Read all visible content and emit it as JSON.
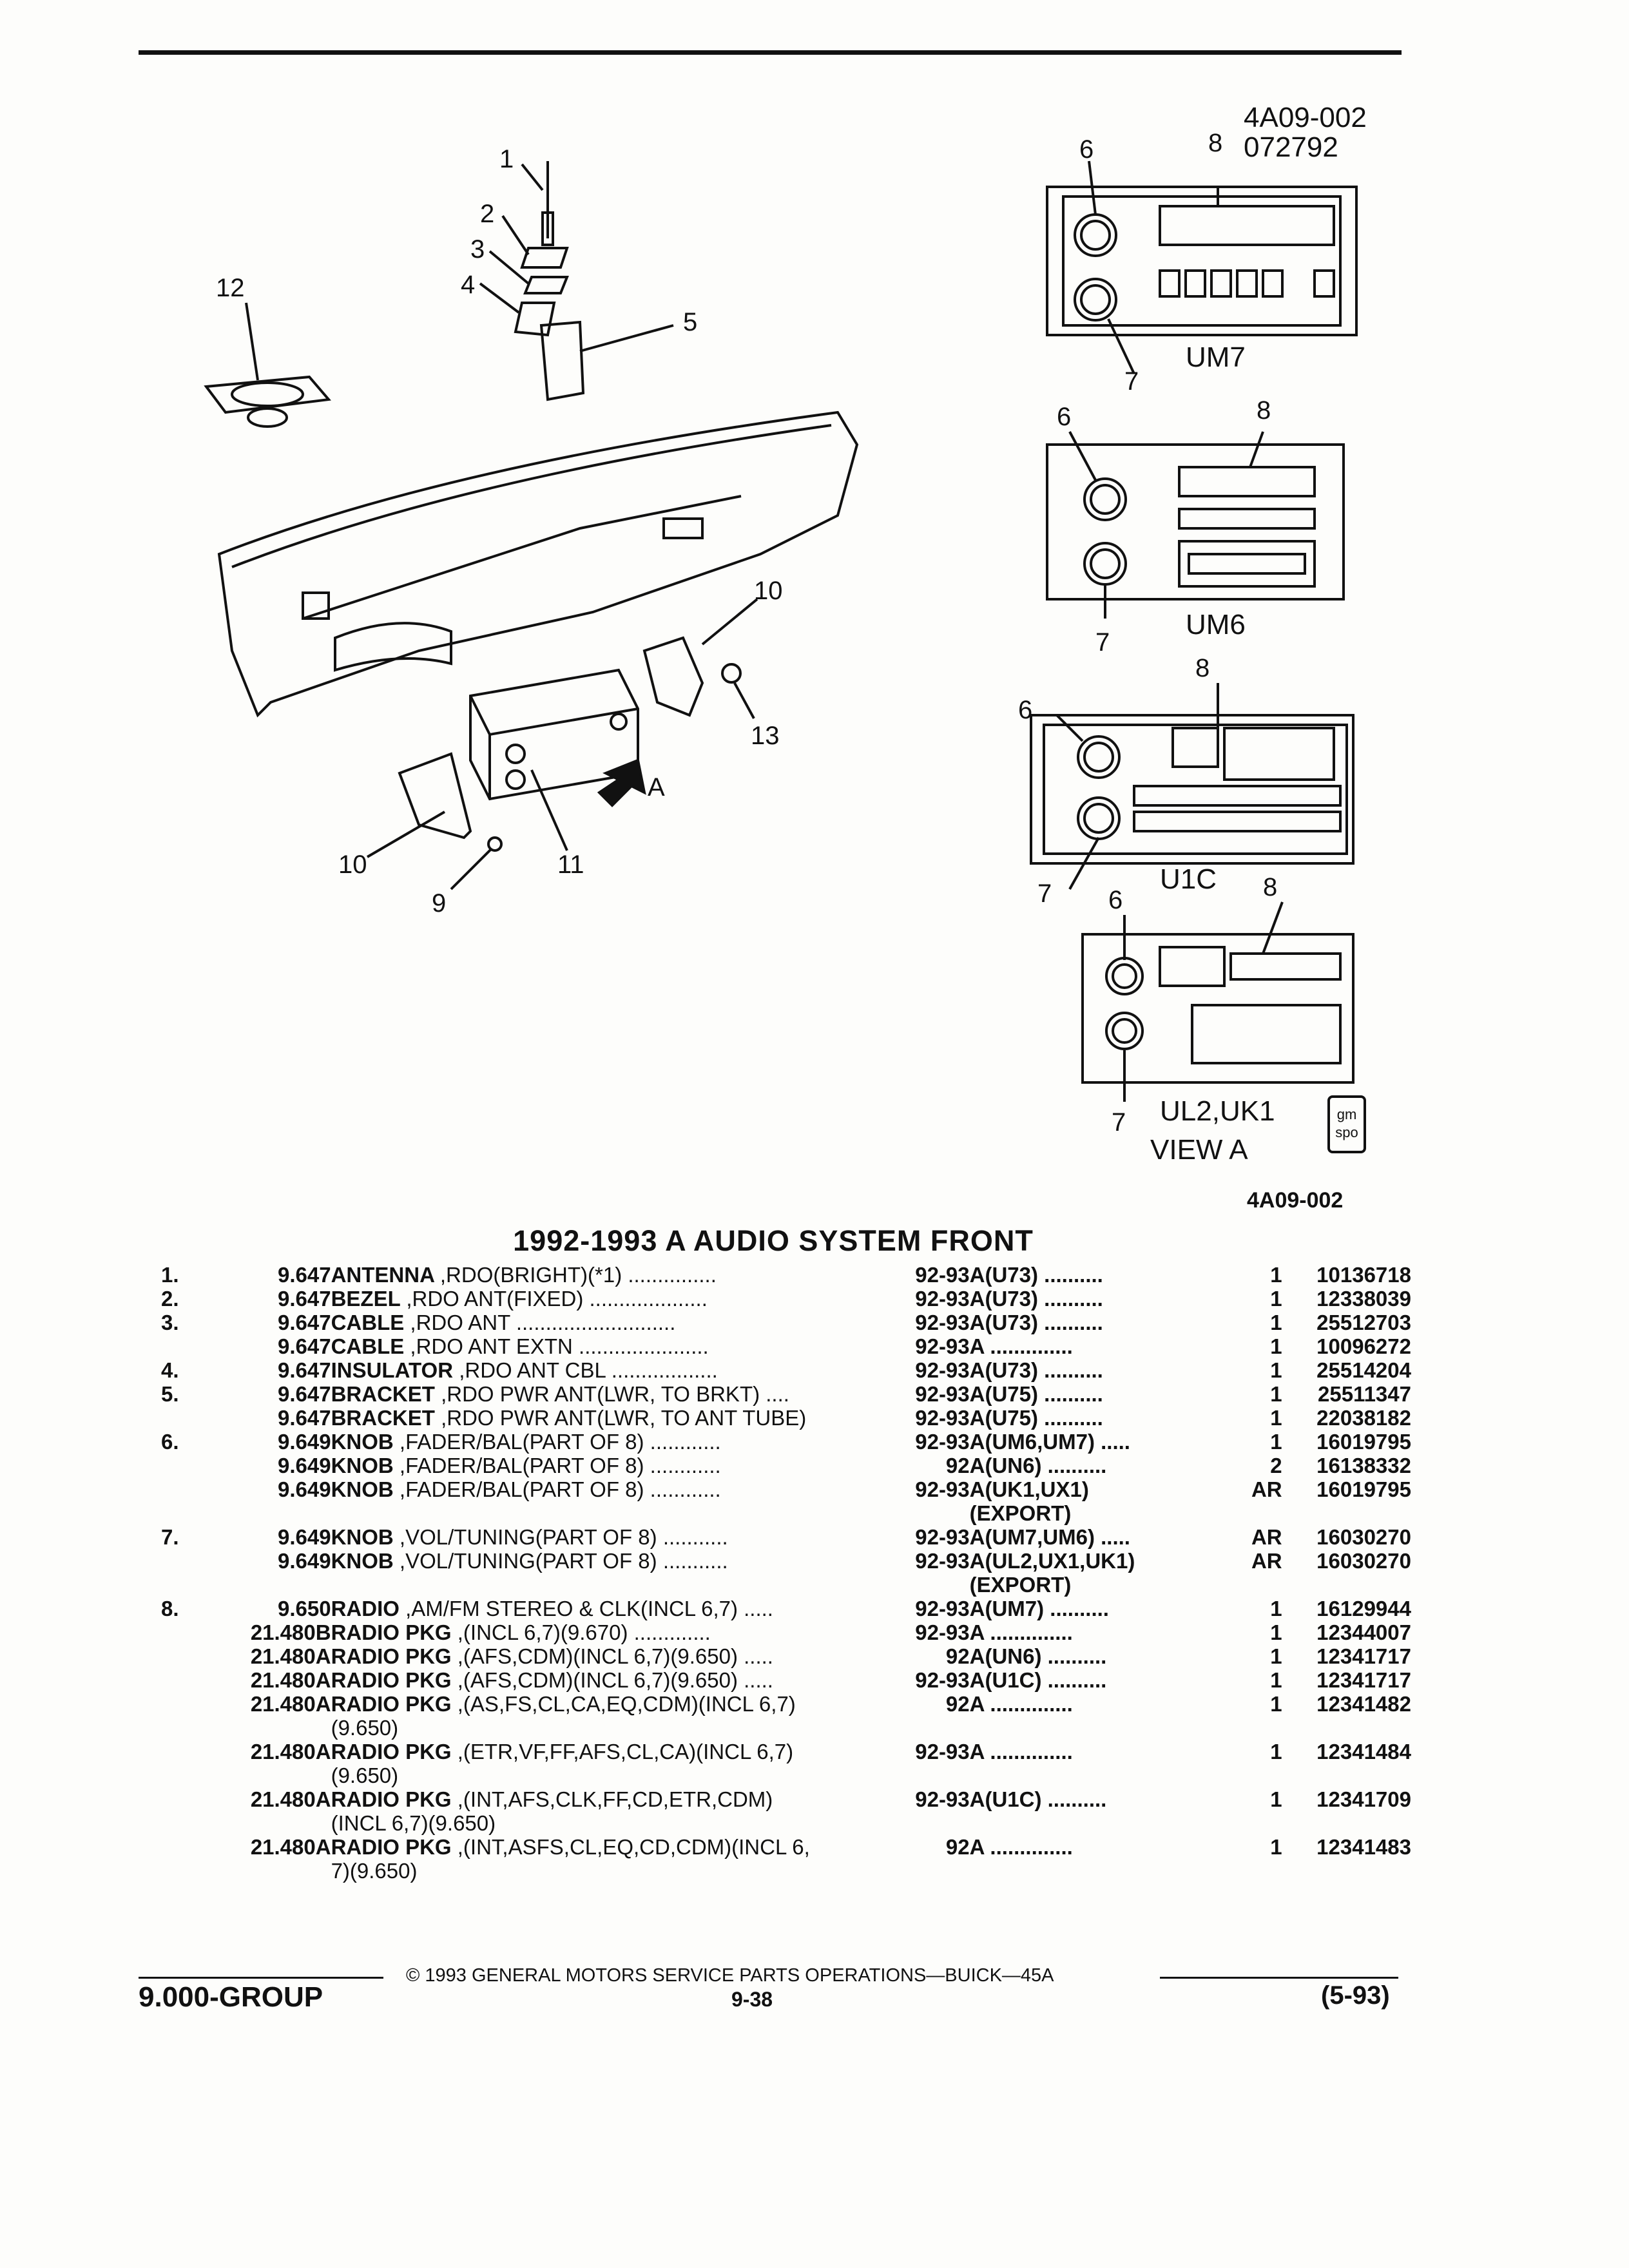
{
  "figure": {
    "code_top": "4A09-002",
    "date_code": "072792",
    "code_bottom": "4A09-002",
    "view_label": "VIEW A",
    "view_arrow_label": "A",
    "logo_text": "gm spo"
  },
  "callouts": [
    "1",
    "2",
    "3",
    "4",
    "5",
    "6",
    "7",
    "8",
    "9",
    "10",
    "11",
    "12",
    "13"
  ],
  "radios": [
    {
      "label": "UM7",
      "knob_top": "6",
      "display": "8",
      "knob_bottom": "7"
    },
    {
      "label": "UM6",
      "knob_top": "6",
      "display": "8",
      "knob_bottom": "7"
    },
    {
      "label": "U1C",
      "knob_top": "6",
      "display": "8",
      "knob_bottom": "7"
    },
    {
      "label": "UL2,UK1",
      "knob_top": "6",
      "display": "8",
      "knob_bottom": "7"
    }
  ],
  "section_title": "1992-1993 A AUDIO SYSTEM FRONT",
  "parts": [
    {
      "ref": "1.",
      "group": "9.647",
      "name": "ANTENNA",
      "desc": ",RDO(BRIGHT)(*1) ...............",
      "years": "92-93",
      "app": "A(U73) ..........",
      "qty": "1",
      "pn": "10136718"
    },
    {
      "ref": "2.",
      "group": "9.647",
      "name": "BEZEL",
      "desc": ",RDO ANT(FIXED) ....................",
      "years": "92-93",
      "app": "A(U73) ..........",
      "qty": "1",
      "pn": "12338039"
    },
    {
      "ref": "3.",
      "group": "9.647",
      "name": "CABLE",
      "desc": ",RDO ANT ...........................",
      "years": "92-93",
      "app": "A(U73) ..........",
      "qty": "1",
      "pn": "25512703"
    },
    {
      "ref": "",
      "group": "9.647",
      "name": "CABLE",
      "desc": ",RDO ANT EXTN ......................",
      "years": "92-93",
      "app": "A ..............",
      "qty": "1",
      "pn": "10096272"
    },
    {
      "ref": "4.",
      "group": "9.647",
      "name": "INSULATOR",
      "desc": ",RDO ANT CBL ..................",
      "years": "92-93",
      "app": "A(U73) ..........",
      "qty": "1",
      "pn": "25514204"
    },
    {
      "ref": "5.",
      "group": "9.647",
      "name": "BRACKET",
      "desc": ",RDO PWR ANT(LWR, TO BRKT) ....",
      "years": "92-93",
      "app": "A(U75) ..........",
      "qty": "1",
      "pn": "25511347"
    },
    {
      "ref": "",
      "group": "9.647",
      "name": "BRACKET",
      "desc": ",RDO PWR ANT(LWR, TO ANT TUBE)",
      "years": "92-93",
      "app": "A(U75) ..........",
      "qty": "1",
      "pn": "22038182"
    },
    {
      "ref": "6.",
      "group": "9.649",
      "name": "KNOB",
      "desc": ",FADER/BAL(PART OF 8) ............",
      "years": "92-93",
      "app": "A(UM6,UM7) .....",
      "qty": "1",
      "pn": "16019795"
    },
    {
      "ref": "",
      "group": "9.649",
      "name": "KNOB",
      "desc": ",FADER/BAL(PART OF 8) ............",
      "years": "92",
      "app": "A(UN6) ..........",
      "qty": "2",
      "pn": "16138332"
    },
    {
      "ref": "",
      "group": "9.649",
      "name": "KNOB",
      "desc": ",FADER/BAL(PART OF 8) ............",
      "years": "92-93",
      "app": "A(UK1,UX1)",
      "app2": "(EXPORT)",
      "qty": "AR",
      "pn": "16019795"
    },
    {
      "ref": "7.",
      "group": "9.649",
      "name": "KNOB",
      "desc": ",VOL/TUNING(PART OF 8) ...........",
      "years": "92-93",
      "app": "A(UM7,UM6) .....",
      "qty": "AR",
      "pn": "16030270"
    },
    {
      "ref": "",
      "group": "9.649",
      "name": "KNOB",
      "desc": ",VOL/TUNING(PART OF 8) ...........",
      "years": "92-93",
      "app": "A(UL2,UX1,UK1)",
      "app2": "(EXPORT)",
      "qty": "AR",
      "pn": "16030270"
    },
    {
      "ref": "8.",
      "group": "9.650",
      "name": "RADIO",
      "desc": ",AM/FM STEREO & CLK(INCL 6,7) .....",
      "years": "92-93",
      "app": "A(UM7) ..........",
      "qty": "1",
      "pn": "16129944"
    },
    {
      "ref": "",
      "group": "21.480B",
      "name": "RADIO PKG",
      "desc": ",(INCL 6,7)(9.670) .............",
      "years": "92-93",
      "app": "A ..............",
      "qty": "1",
      "pn": "12344007"
    },
    {
      "ref": "",
      "group": "21.480A",
      "name": "RADIO PKG",
      "desc": ",(AFS,CDM)(INCL 6,7)(9.650) .....",
      "years": "92",
      "app": "A(UN6) ..........",
      "qty": "1",
      "pn": "12341717"
    },
    {
      "ref": "",
      "group": "21.480A",
      "name": "RADIO PKG",
      "desc": ",(AFS,CDM)(INCL 6,7)(9.650) .....",
      "years": "92-93",
      "app": "A(U1C) ..........",
      "qty": "1",
      "pn": "12341717"
    },
    {
      "ref": "",
      "group": "21.480A",
      "name": "RADIO PKG",
      "desc": ",(AS,FS,CL,CA,EQ,CDM)(INCL 6,7)",
      "desc2": "(9.650)",
      "years": "92",
      "app": "A ..............",
      "qty": "1",
      "pn": "12341482"
    },
    {
      "ref": "",
      "group": "21.480A",
      "name": "RADIO PKG",
      "desc": ",(ETR,VF,FF,AFS,CL,CA)(INCL 6,7)",
      "desc2": "(9.650)",
      "years": "92-93",
      "app": "A ..............",
      "qty": "1",
      "pn": "12341484"
    },
    {
      "ref": "",
      "group": "21.480A",
      "name": "RADIO PKG",
      "desc": ",(INT,AFS,CLK,FF,CD,ETR,CDM)",
      "desc2": "(INCL 6,7)(9.650)",
      "years": "92-93",
      "app": "A(U1C) ..........",
      "qty": "1",
      "pn": "12341709"
    },
    {
      "ref": "",
      "group": "21.480A",
      "name": "RADIO PKG",
      "desc": ",(INT,ASFS,CL,EQ,CD,CDM)(INCL 6,",
      "desc2": "7)(9.650)",
      "years": "92",
      "app": "A ..............",
      "qty": "1",
      "pn": "12341483"
    }
  ],
  "footer": {
    "copyright": "© 1993 GENERAL MOTORS SERVICE PARTS OPERATIONS—BUICK—45A",
    "group": "9.000-GROUP",
    "page": "9-38",
    "date": "(5-93)"
  }
}
